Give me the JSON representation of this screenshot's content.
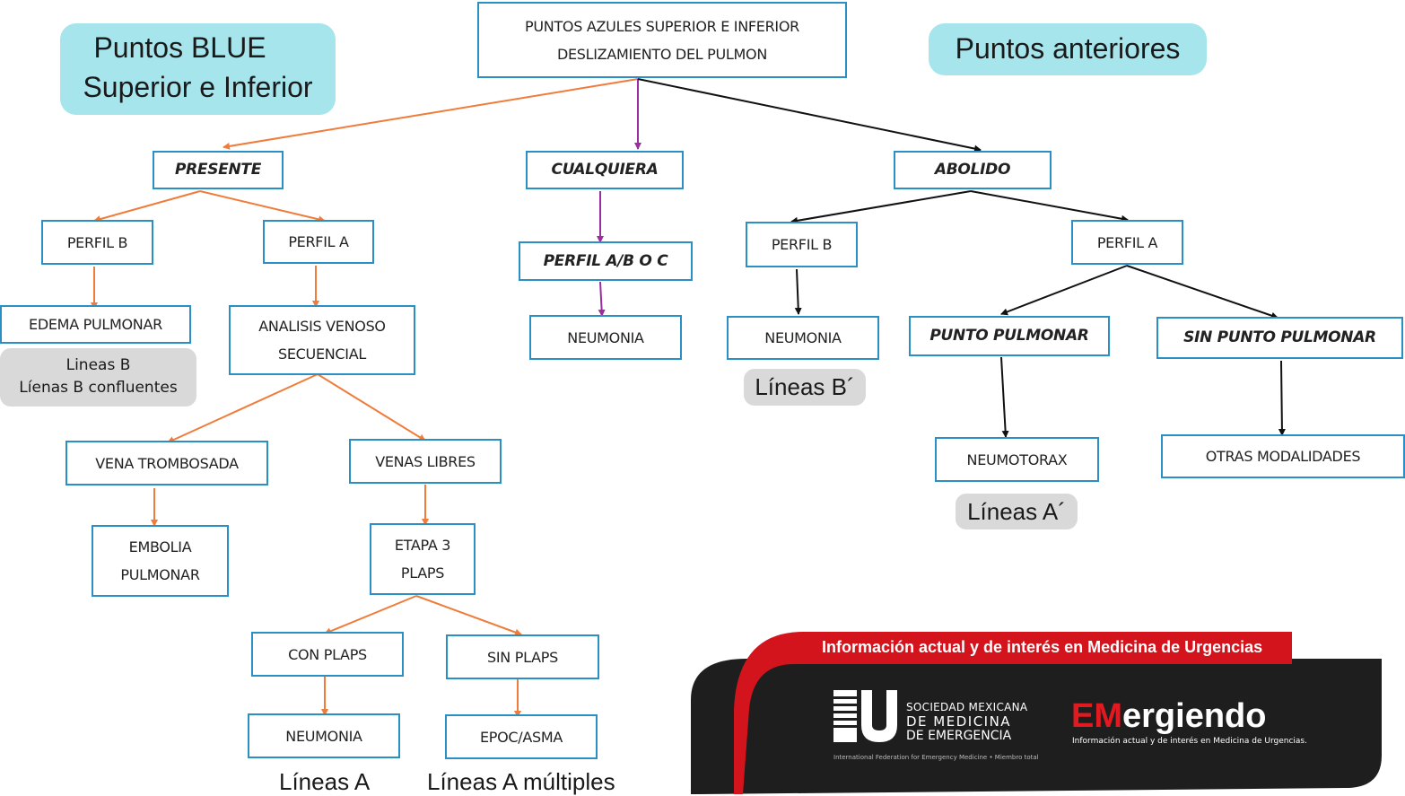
{
  "labels": {
    "blue_line1": "Puntos BLUE",
    "blue_line2": "Superior e Inferior",
    "anteriores": "Puntos anteriores"
  },
  "nodes": {
    "root": "PUNTOS AZULES SUPERIOR E INFERIOR\nDESLIZAMIENTO DEL PULMON",
    "presente": "PRESENTE",
    "cualquiera": "CUALQUIERA",
    "abolido": "ABOLIDO",
    "perfil_b_1": "PERFIL B",
    "perfil_a_1": "PERFIL A",
    "perfil_abc": "PERFIL A/B O C",
    "perfil_b_2": "PERFIL B",
    "perfil_a_2": "PERFIL A",
    "edema": "EDEMA PULMONAR",
    "analisis": "ANALISIS VENOSO\nSECUENCIAL",
    "neumonia_c": "NEUMONIA",
    "neumonia_r": "NEUMONIA",
    "punto_pulmonar": "PUNTO PULMONAR",
    "sin_punto": "SIN PUNTO PULMONAR",
    "vena_trombosada": "VENA TROMBOSADA",
    "venas_libres": "VENAS LIBRES",
    "neumotorax": "NEUMOTORAX",
    "otras": "OTRAS MODALIDADES",
    "embolia": "EMBOLIA\nPULMONAR",
    "etapa3": "ETAPA 3\nPLAPS",
    "con_plaps": "CON PLAPS",
    "sin_plaps": "SIN PLAPS",
    "neumonia_l": "NEUMONIA",
    "epoc": "EPOC/ASMA"
  },
  "notes": {
    "lineas_b_1": "Lineas B",
    "lineas_b_2": "Líenas B confluentes",
    "lineas_b_prime": "Líneas B´",
    "lineas_a_prime": "Líneas A´",
    "lineas_a": "Líneas A",
    "lineas_a_multiples": "Líneas A múltiples"
  },
  "banner": {
    "tagline": "Información actual y de interés en Medicina de Urgencias",
    "smme_line1": "SOCIEDAD MEXICANA",
    "smme_line2": "DE MEDICINA",
    "smme_line3": "DE EMERGENCIA",
    "smme_small": "International Federation for Emergency Medicine • Miembro total",
    "em": "EM",
    "ergiendo": "ergiendo",
    "emergiendo_sub": "Información actual y de interés en Medicina de Urgencias."
  },
  "colors": {
    "box_border": "#2a8fc4",
    "orange_arrow": "#ef7c3a",
    "purple_arrow": "#9b2e9e",
    "black_arrow": "#111111",
    "pill": "#a6e5ec",
    "gray_note": "#d9d9d9",
    "banner_red": "#d4141c",
    "banner_dark": "#1e1e1e"
  }
}
